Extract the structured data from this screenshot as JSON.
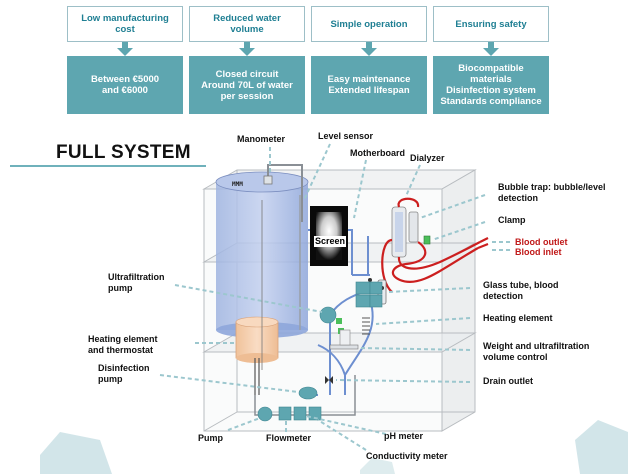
{
  "cards": [
    {
      "heading": "Low manufacturing cost",
      "lines": [
        "Between €5000",
        "and €6000"
      ]
    },
    {
      "heading": "Reduced water volume",
      "lines": [
        "Closed circuit",
        "Around 70L of water",
        "per session"
      ]
    },
    {
      "heading": "Simple operation",
      "lines": [
        "Easy maintenance",
        "Extended lifespan"
      ]
    },
    {
      "heading": "Ensuring safety",
      "lines": [
        "Biocompatible",
        "materials",
        "Disinfection system",
        "Standards compliance"
      ]
    }
  ],
  "section_title": "FULL SYSTEM",
  "screen_label": "Screen",
  "labels": {
    "manometer": "Manometer",
    "level_sensor": "Level sensor",
    "motherboard": "Motherboard",
    "dialyzer": "Dialyzer",
    "bubble_trap": [
      "Bubble trap: bubble/level",
      "detection"
    ],
    "clamp": "Clamp",
    "blood_outlet": "Blood outlet",
    "blood_inlet": "Blood inlet",
    "ultrafiltration_pump": [
      "Ultrafiltration",
      "pump"
    ],
    "glass_tube": [
      "Glass tube, blood",
      "detection"
    ],
    "heating_element": "Heating element",
    "heating_thermostat": [
      "Heating element",
      "and thermostat"
    ],
    "weight_control": [
      "Weight and ultrafiltration",
      "volume control"
    ],
    "disinfection_pump": [
      "Disinfection",
      "pump"
    ],
    "drain_outlet": "Drain outlet",
    "pump": "Pump",
    "flowmeter": "Flowmeter",
    "ph_meter": "pH meter",
    "conductivity_meter": "Conductivity meter"
  },
  "colors": {
    "teal": "#5ea6b0",
    "blood": "#cc1f1f",
    "water": "#6d8fd0",
    "heater": "#f2c9a6"
  }
}
